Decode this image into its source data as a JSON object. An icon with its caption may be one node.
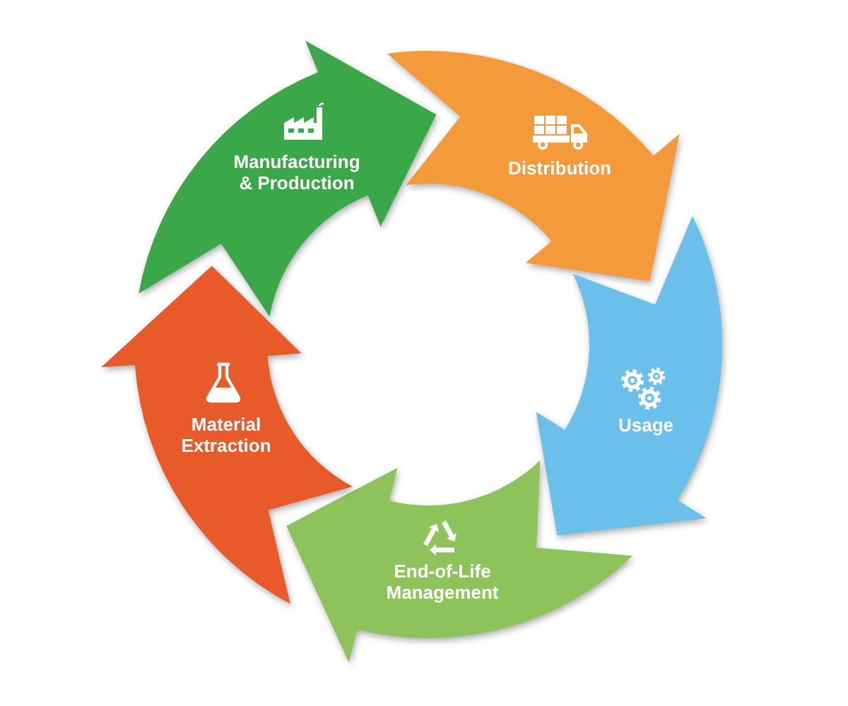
{
  "diagram": {
    "nodes": [
      {
        "text": [
          "Manufacturing & Production"
        ]
      },
      {
        "text": [
          "Distribution"
        ]
      },
      {
        "text": [
          "Usage"
        ]
      },
      {
        "text": [
          "End-of-Life Management"
        ]
      },
      {
        "text": [
          "Material Extraction"
        ]
      }
    ]
  }
}
